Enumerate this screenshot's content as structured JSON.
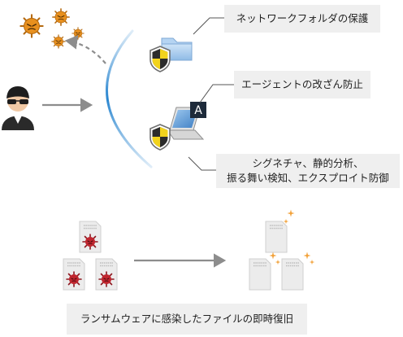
{
  "labels": {
    "network_folder": "ネットワークフォルダの保護",
    "agent_protection": "エージェントの改ざん防止",
    "detection_line1": "シグネチャ、静的分析、",
    "detection_line2": "振る舞い検知、エクスプロイト防御",
    "recovery": "ランサムウェアに感染したファイルの即時復旧"
  },
  "icons": {
    "virus_orange": "virus-icon",
    "attacker": "attacker-icon",
    "shield": "shield-icon",
    "folder": "folder-icon",
    "laptop": "laptop-icon",
    "agent_badge": "A",
    "infected_file": "infected-file-icon",
    "clean_file": "restored-file-icon",
    "sparkle": "sparkle-icon"
  },
  "colors": {
    "virus": "#e8901e",
    "virus_dark": "#b56a10",
    "infection": "#c0262f",
    "barrier": "#2a86d0",
    "arrow": "#8d8d8d",
    "label_bg": "#efefef",
    "shield_yellow": "#f2d31c",
    "sparkle": "#f2a23b",
    "badge": "#1d2a3a"
  }
}
